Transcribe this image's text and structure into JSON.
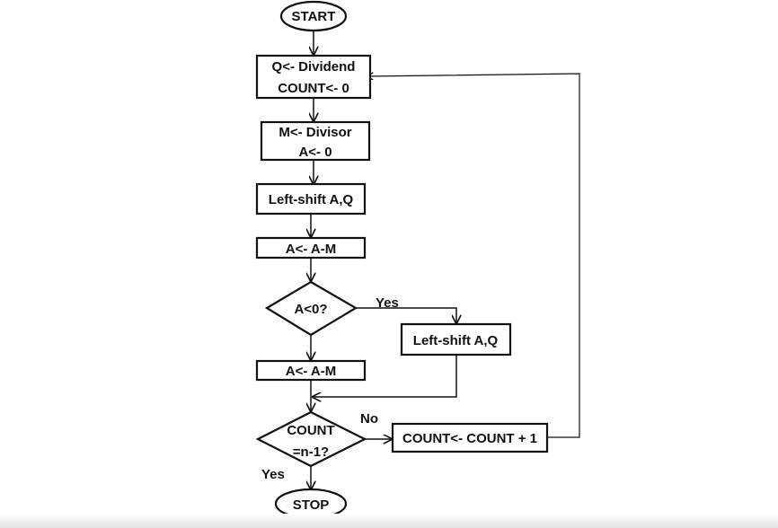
{
  "diagram": {
    "type": "flowchart",
    "nodes": {
      "start": "START",
      "init_q": [
        "Q<- Dividend",
        "COUNT<- 0"
      ],
      "init_m": [
        "M<- Divisor",
        "A<- 0"
      ],
      "shift1": "Left-shift A,Q",
      "sub1": "A<- A-M",
      "decision_neg": "A<0?",
      "shift2": "Left-shift A,Q",
      "sub2": "A<- A-M",
      "decision_count": [
        "COUNT",
        "=n-1?"
      ],
      "increment": "COUNT<- COUNT + 1",
      "stop": "STOP"
    },
    "edge_labels": {
      "neg_yes": "Yes",
      "count_no": "No",
      "count_yes": "Yes"
    },
    "edges": [
      [
        "start",
        "init_q"
      ],
      [
        "init_q",
        "init_m"
      ],
      [
        "init_m",
        "shift1"
      ],
      [
        "shift1",
        "sub1"
      ],
      [
        "sub1",
        "decision_neg"
      ],
      [
        "decision_neg",
        "shift2",
        "Yes"
      ],
      [
        "decision_neg",
        "sub2"
      ],
      [
        "sub2",
        "decision_count"
      ],
      [
        "shift2",
        "decision_count"
      ],
      [
        "decision_count",
        "increment",
        "No"
      ],
      [
        "increment",
        "init_q"
      ],
      [
        "decision_count",
        "stop",
        "Yes"
      ]
    ]
  }
}
